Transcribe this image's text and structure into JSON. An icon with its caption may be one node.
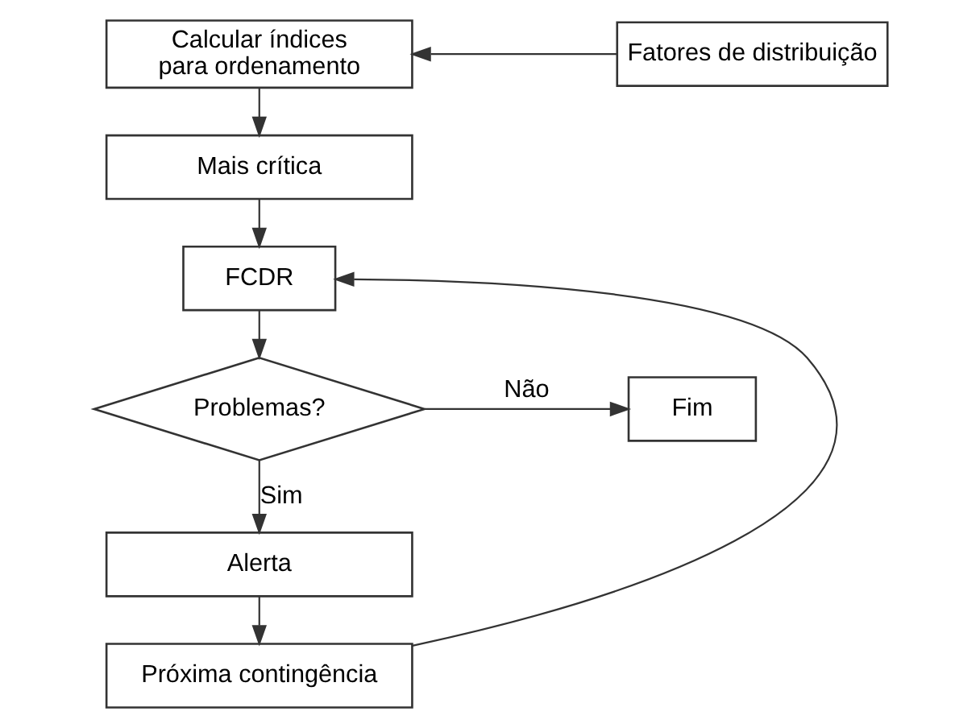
{
  "diagram": {
    "nodes": [
      {
        "text": [
          "Calcular índices para ordenamento"
        ]
      },
      {
        "text": [
          "Fatores de distribuição"
        ]
      },
      {
        "text": [
          "Mais crítica"
        ]
      },
      {
        "text": [
          "FCDR"
        ]
      },
      {
        "text": [
          "Problemas?"
        ]
      },
      {
        "text": [
          "Fim"
        ]
      },
      {
        "text": [
          "Alerta"
        ]
      },
      {
        "text": [
          "Próxima contingência"
        ]
      }
    ],
    "edges": [
      {
        "from": 1,
        "to": 0,
        "arrow": "to"
      },
      {
        "from": 0,
        "to": 2,
        "arrow": "to"
      },
      {
        "from": 2,
        "to": 3,
        "arrow": "to"
      },
      {
        "from": 3,
        "to": 4,
        "arrow": "to"
      },
      {
        "from": 4,
        "to": 5,
        "arrow": "to",
        "label": "Não"
      },
      {
        "from": 4,
        "to": 6,
        "arrow": "to",
        "label": "Sim"
      },
      {
        "from": 6,
        "to": 7,
        "arrow": "to"
      },
      {
        "from": 7,
        "to": 3,
        "arrow": "to"
      }
    ]
  }
}
